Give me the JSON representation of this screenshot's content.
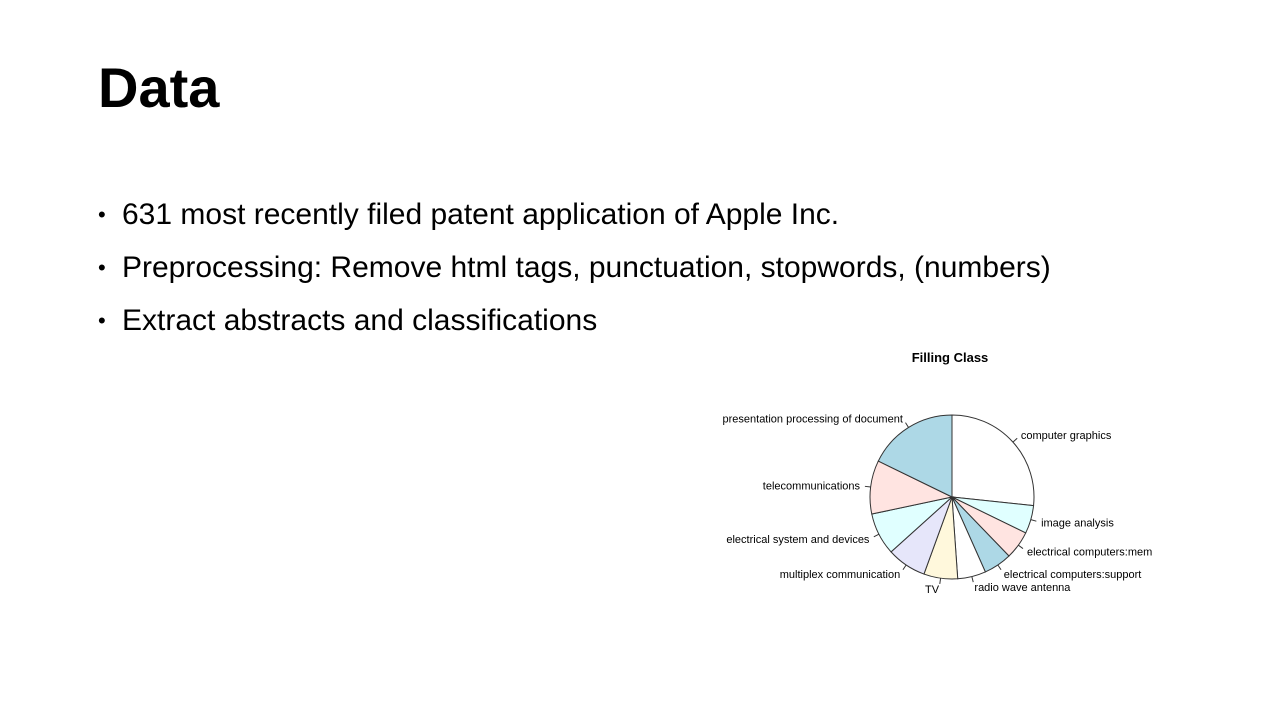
{
  "slide": {
    "title": "Data",
    "bullets": [
      "631 most recently filed patent application of Apple Inc.",
      "Preprocessing:  Remove html tags, punctuation,  stopwords, (numbers)",
      "Extract abstracts and classifications"
    ],
    "bullet_glyph": "•"
  },
  "chart_data": {
    "type": "pie",
    "title": "Filling Class",
    "start_angle_deg": 90,
    "direction": "clockwise",
    "border_color": "#333333",
    "slices": [
      {
        "label": "computer graphics",
        "value": 24.0,
        "color": "#ffffff"
      },
      {
        "label": "image analysis",
        "value": 5.0,
        "color": "#e0ffff"
      },
      {
        "label": "electrical computers:mem",
        "value": 5.0,
        "color": "#ffe4e1"
      },
      {
        "label": "electrical computers:support",
        "value": 5.0,
        "color": "#add8e6"
      },
      {
        "label": "radio wave antenna",
        "value": 5.0,
        "color": "#ffffff"
      },
      {
        "label": "TV",
        "value": 6.0,
        "color": "#fff8dc"
      },
      {
        "label": "multiplex communication",
        "value": 7.0,
        "color": "#e6e6fa"
      },
      {
        "label": "electrical system and devices",
        "value": 7.5,
        "color": "#e0ffff"
      },
      {
        "label": "telecommunications",
        "value": 9.5,
        "color": "#ffe4e1"
      },
      {
        "label": "presentation processing of document",
        "value": 16.0,
        "color": "#add8e6"
      }
    ]
  }
}
